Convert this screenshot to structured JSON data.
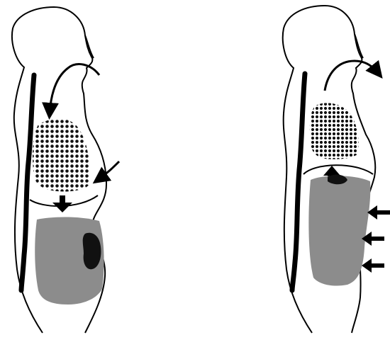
{
  "figures": [
    {
      "id": "inhalation",
      "direction": "air-in",
      "lung": "expanded",
      "diaphragm_arrow": "down",
      "side_arrow": "inward-at-chest",
      "abdomen": "pushed-out",
      "chest_arrow_count": 1
    },
    {
      "id": "exhalation",
      "direction": "air-out",
      "lung": "contracted",
      "diaphragm_arrow": "up",
      "side_arrow": "inward-at-abdomen",
      "abdomen": "pulled-in",
      "abdomen_arrow_count": 3
    }
  ],
  "colors": {
    "outline": "#000000",
    "lung_dots": "#111111",
    "abdomen_fill": "#8c8c8c",
    "organ_dark": "#111111",
    "background": "#ffffff"
  }
}
